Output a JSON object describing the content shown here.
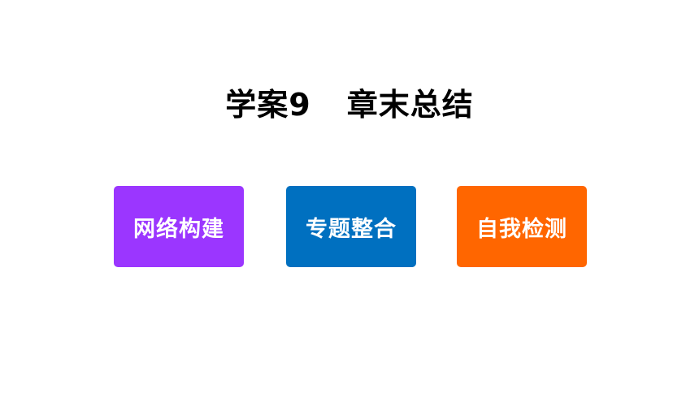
{
  "slide": {
    "title_part1": "学案9",
    "title_part2": "章末总结"
  },
  "buttons": [
    {
      "label": "网络构建",
      "color": "#9b36ff"
    },
    {
      "label": "专题整合",
      "color": "#0070c0"
    },
    {
      "label": "自我检测",
      "color": "#ff6600"
    }
  ]
}
